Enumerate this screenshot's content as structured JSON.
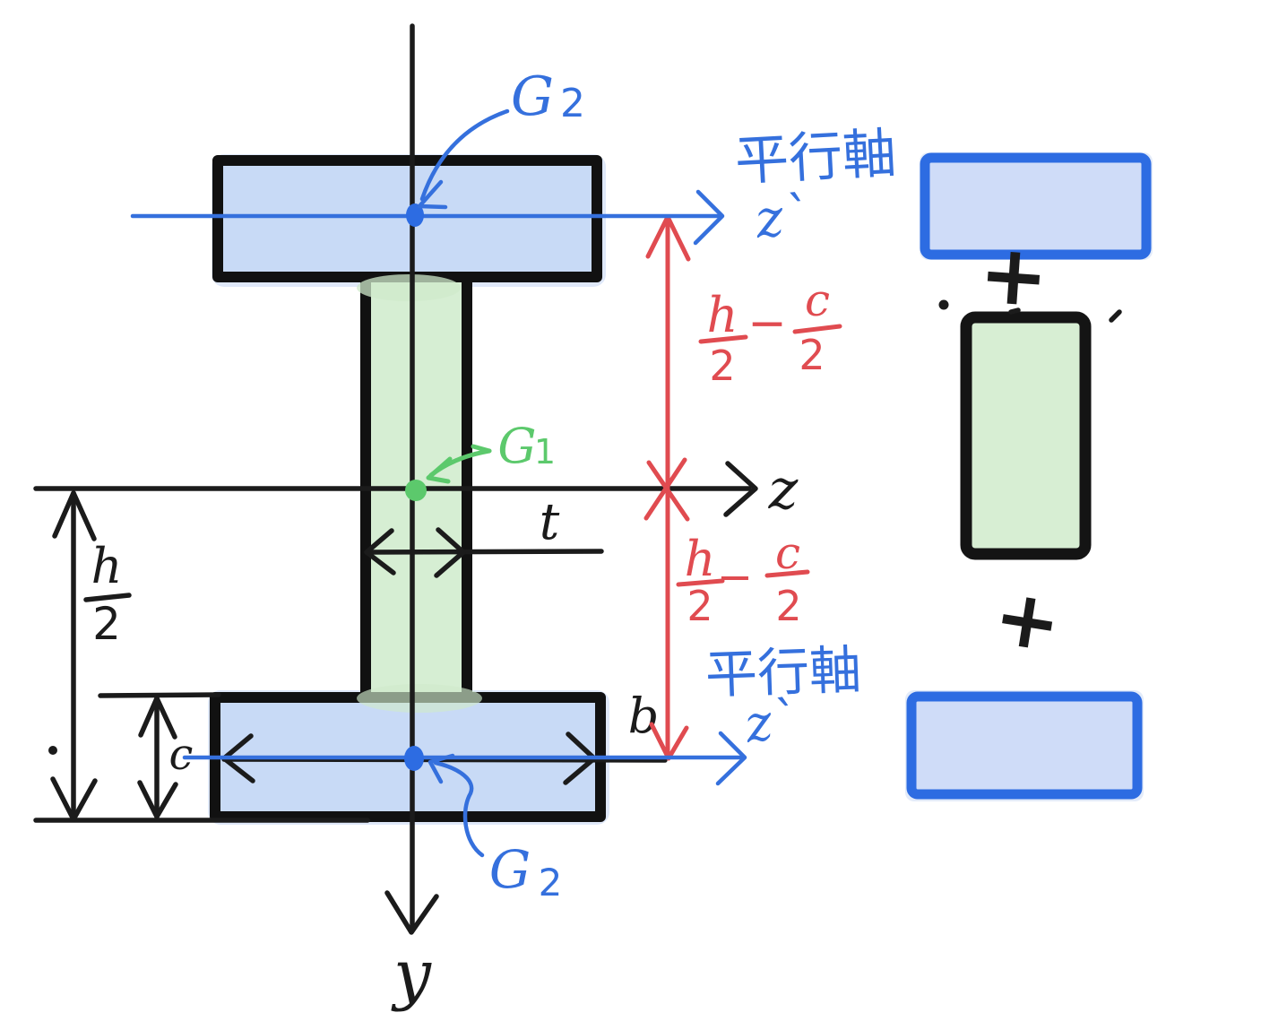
{
  "axes": {
    "z_label": "z",
    "y_label": "y",
    "z_prime_top": "z`",
    "z_prime_bottom": "z`"
  },
  "annotations": {
    "parallel_axis_top": "平行軸",
    "parallel_axis_bottom": "平行軸",
    "centroid_top_flange": {
      "letter": "G",
      "subscript": "2"
    },
    "centroid_web": {
      "letter": "G",
      "subscript": "1"
    },
    "centroid_bottom_flange": {
      "letter": "G",
      "subscript": "2"
    }
  },
  "dimensions": {
    "half_height": {
      "numerator": "h",
      "denominator": "2"
    },
    "flange_thickness": "c",
    "web_thickness": "t",
    "flange_width": "b",
    "offset_top": {
      "f1_numerator": "h",
      "f1_denominator": "2",
      "operator": "−",
      "f2_numerator": "c",
      "f2_denominator": "2"
    },
    "offset_bottom": {
      "f1_numerator": "h",
      "f1_denominator": "2",
      "operator": "−",
      "f2_numerator": "c",
      "f2_denominator": "2"
    }
  },
  "decomposition": {
    "plus_top": "+",
    "plus_bottom": "+"
  },
  "colors": {
    "ink_black": "#1b1b1b",
    "ink_blue": "#3570dd",
    "ink_red": "#e04b50",
    "ink_green": "#5cc96c",
    "flange_fill": "#c8daf6",
    "web_fill": "#d6eed3",
    "part_blue_border": "#2d6ce2",
    "beam_outline": "#111111"
  }
}
